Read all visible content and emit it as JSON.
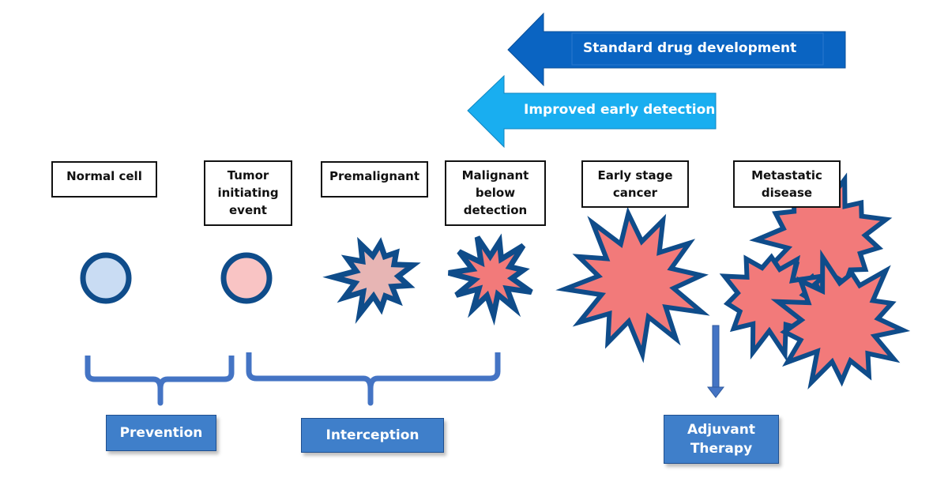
{
  "arrows": {
    "standard": {
      "label": "Standard drug development",
      "color": "#0a64c2"
    },
    "improved": {
      "label": "Improved early detection",
      "color": "#19aef0"
    }
  },
  "stages": [
    {
      "id": "normal",
      "label": "Normal cell"
    },
    {
      "id": "tumor",
      "label": "Tumor\ninitiating\nevent"
    },
    {
      "id": "premalignant",
      "label": "Premalignant"
    },
    {
      "id": "malignant",
      "label": "Malignant\nbelow\ndetection"
    },
    {
      "id": "early",
      "label": "Early stage\ncancer"
    },
    {
      "id": "metastatic",
      "label": "Metastatic\ndisease"
    }
  ],
  "interventions": {
    "prevention": "Prevention",
    "interception": "Interception",
    "adjuvant": "Adjuvant\nTherapy"
  },
  "colors": {
    "outline": "#0f4c8a",
    "tumor_fill": "#f27a7a",
    "premalignant_fill": "#e7b5b4",
    "normal_fill": "#c9dcf3",
    "initiated_fill": "#f9c4c4",
    "bracket": "#4474c4",
    "action_fill": "#3f7fca"
  }
}
